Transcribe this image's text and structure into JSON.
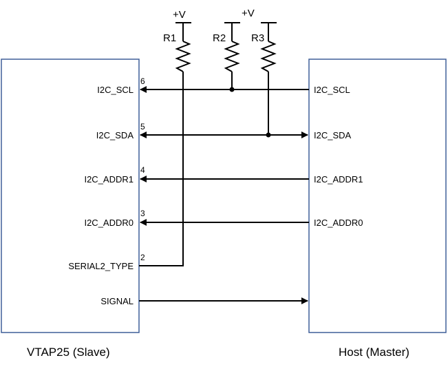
{
  "colors": {
    "box_border": "#3e5f98",
    "wire": "#000000"
  },
  "slave": {
    "caption": "VTAP25 (Slave)",
    "pins": [
      {
        "name": "I2C_SCL",
        "number": "6"
      },
      {
        "name": "I2C_SDA",
        "number": "5"
      },
      {
        "name": "I2C_ADDR1",
        "number": "4"
      },
      {
        "name": "I2C_ADDR0",
        "number": "3"
      },
      {
        "name": "SERIAL2_TYPE",
        "number": "2"
      },
      {
        "name": "SIGNAL",
        "number": ""
      }
    ]
  },
  "host": {
    "caption": "Host (Master)",
    "pins": [
      "I2C_SCL",
      "I2C_SDA",
      "I2C_ADDR1",
      "I2C_ADDR0"
    ]
  },
  "resistors": [
    {
      "name": "R1",
      "supply": "+V"
    },
    {
      "name": "R2",
      "supply": ""
    },
    {
      "name": "R3",
      "supply": "+V"
    }
  ]
}
